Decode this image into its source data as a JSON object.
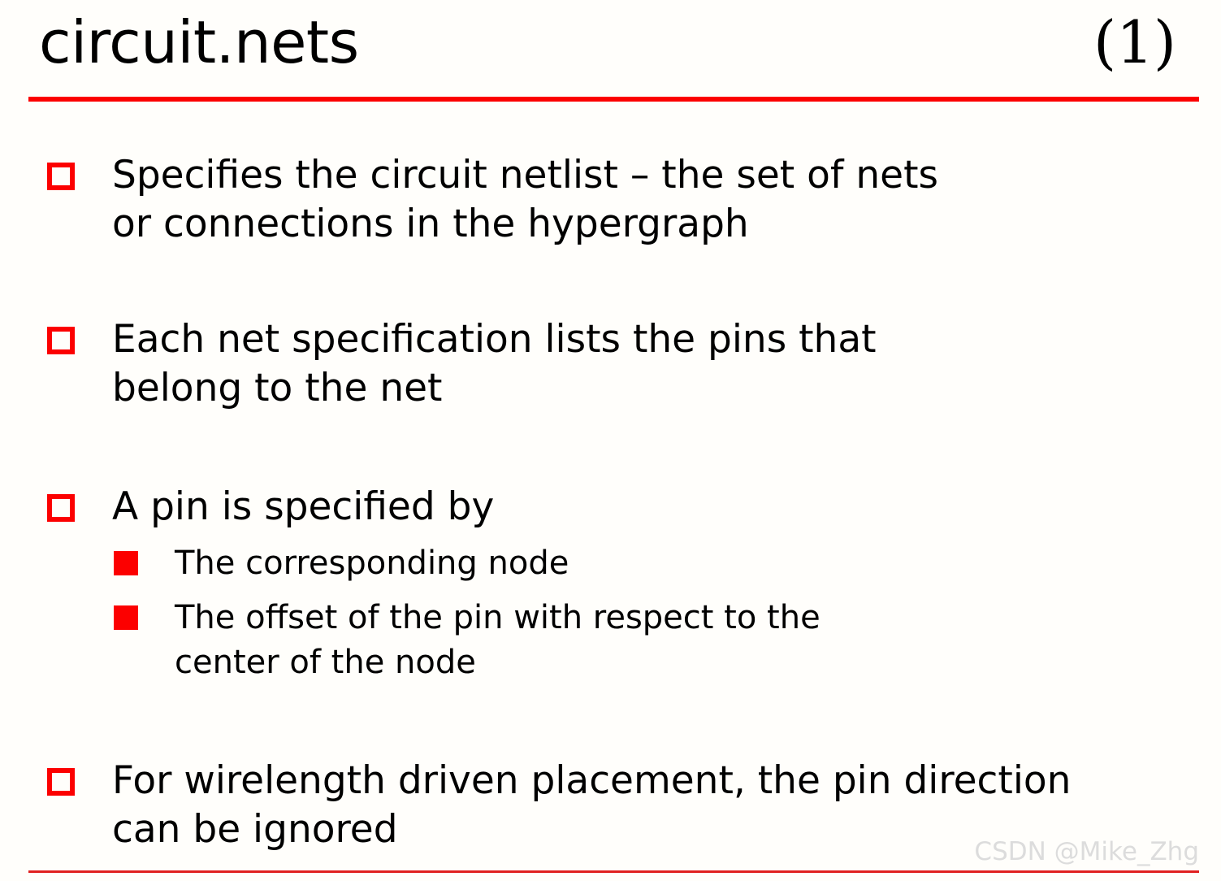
{
  "slide": {
    "title": "circuit.nets",
    "number": "(1)",
    "accent_color": "#fc0000",
    "background_color": "#fffefb",
    "text_color": "#000000",
    "bullets": [
      {
        "marker": "hollow-red-square",
        "text": "Specifies the circuit netlist – the set of nets\nor connections in the hypergraph",
        "subbullets": []
      },
      {
        "marker": "hollow-red-square",
        "text": "Each net specification lists the pins that\nbelong to the net",
        "subbullets": []
      },
      {
        "marker": "hollow-red-square",
        "text": "A pin is specified by",
        "subbullets": [
          {
            "marker": "solid-red-square",
            "text": "The corresponding node"
          },
          {
            "marker": "solid-red-square",
            "text": "The offset of the pin with respect to the\ncenter of the node"
          }
        ]
      },
      {
        "marker": "hollow-red-square",
        "text": "For wirelength driven placement, the pin direction\ncan be ignored",
        "subbullets": []
      }
    ]
  },
  "footer": {
    "watermark": "CSDN @Mike_Zhg",
    "watermark_color": "#dcdcdc",
    "rule_color": "#e02020"
  }
}
